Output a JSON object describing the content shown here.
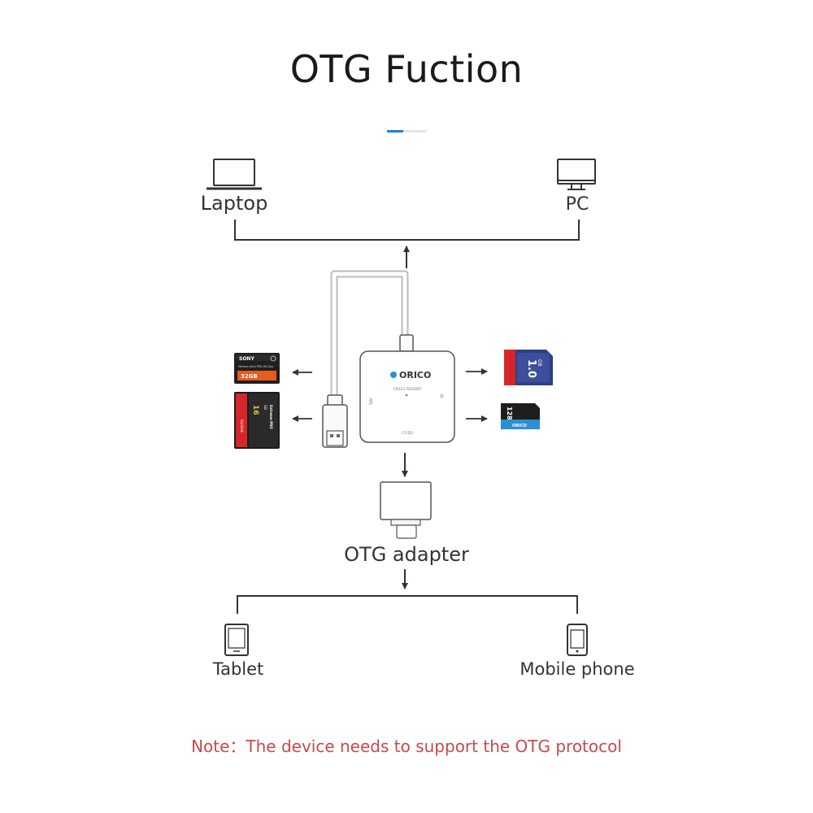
{
  "title": "OTG Fuction",
  "colors": {
    "accent": "#1e7fd6",
    "line": "#333333",
    "note": "#c9494d",
    "card_red": "#d7262b",
    "card_blue": "#2b8fd0",
    "card_dark": "#222222"
  },
  "devices": {
    "laptop": {
      "label": "Laptop",
      "icon": "laptop-icon"
    },
    "pc": {
      "label": "PC",
      "icon": "monitor-icon"
    },
    "tablet": {
      "label": "Tablet",
      "icon": "tablet-icon"
    },
    "mobile": {
      "label": "Mobile phone",
      "icon": "smartphone-icon"
    }
  },
  "adapter": {
    "label": "OTG adapter"
  },
  "hub": {
    "brand": "ORICO",
    "model": "CRS21 READER",
    "left_port": "MS",
    "right_port": "TF",
    "bottom_label": "CF/SD"
  },
  "cards": {
    "ms_card": {
      "brand": "SONY",
      "line": "Memory Stick PRO-HG Duo",
      "capacity": "32GB"
    },
    "cf_card": {
      "capacity": "16",
      "unit": "GB",
      "name": "Extreme PRO",
      "brand": "SanDisk"
    },
    "sd_card": {
      "capacity": "1.0",
      "unit": "GB"
    },
    "tf_card": {
      "capacity": "128",
      "brand": "ORICO"
    }
  },
  "note": "Note：The device needs to support the OTG protocol"
}
